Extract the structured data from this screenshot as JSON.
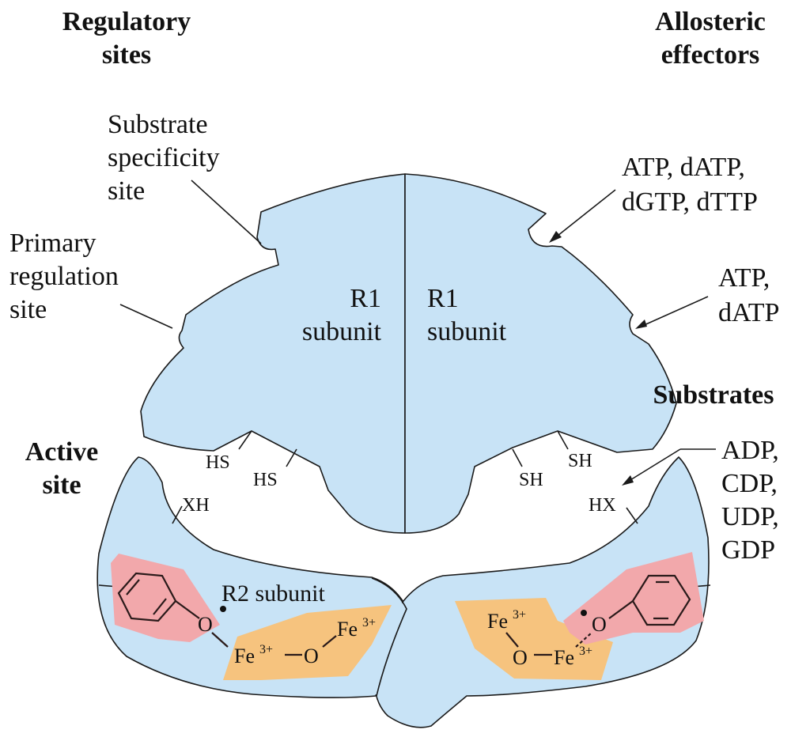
{
  "headings": {
    "regulatory_sites_line1": "Regulatory",
    "regulatory_sites_line2": "sites",
    "allosteric_effectors_line1": "Allosteric",
    "allosteric_effectors_line2": "effectors",
    "substrates": "Substrates",
    "active_site_line1": "Active",
    "active_site_line2": "site"
  },
  "left_labels": {
    "specificity_line1": "Substrate",
    "specificity_line2": "specificity",
    "specificity_line3": "site",
    "primary_line1": "Primary",
    "primary_line2": "regulation",
    "primary_line3": "site"
  },
  "right_labels": {
    "effectors1_line1": "ATP,  dATP,",
    "effectors1_line2": "dGTP,  dTTP",
    "effectors2_line1": "ATP,",
    "effectors2_line2": "dATP",
    "substrates_line1": "ADP,",
    "substrates_line2": "CDP,",
    "substrates_line3": "UDP,",
    "substrates_line4": "GDP"
  },
  "subunits": {
    "r1_left_name": "R1",
    "r1_left_sub": "subunit",
    "r1_right_name": "R1",
    "r1_right_sub": "subunit",
    "r2_label": "R2 subunit"
  },
  "groups": {
    "hs1": "HS",
    "hs2": "HS",
    "sh1": "SH",
    "sh2": "SH",
    "xh": "XH",
    "hx": "HX"
  },
  "chemistry": {
    "o_left_phenoxy": "O",
    "fe_left_top": "Fe",
    "fe_left_top_charge": "3+",
    "fe_left_bottom": "Fe",
    "fe_left_bottom_charge": "3+",
    "o_left_bridge": "O",
    "fe_right_top": "Fe",
    "fe_right_top_charge": "3+",
    "o_right_bridge": "O",
    "fe_right_bottom": "Fe",
    "fe_right_bottom_charge": "3+",
    "o_right_phenoxy": "O"
  },
  "colors": {
    "protein": "#c8e3f6",
    "tyrosyl_highlight": "#f2a8ab",
    "iron_center_highlight": "#f6c37e",
    "outline": "#1a1a1a"
  }
}
